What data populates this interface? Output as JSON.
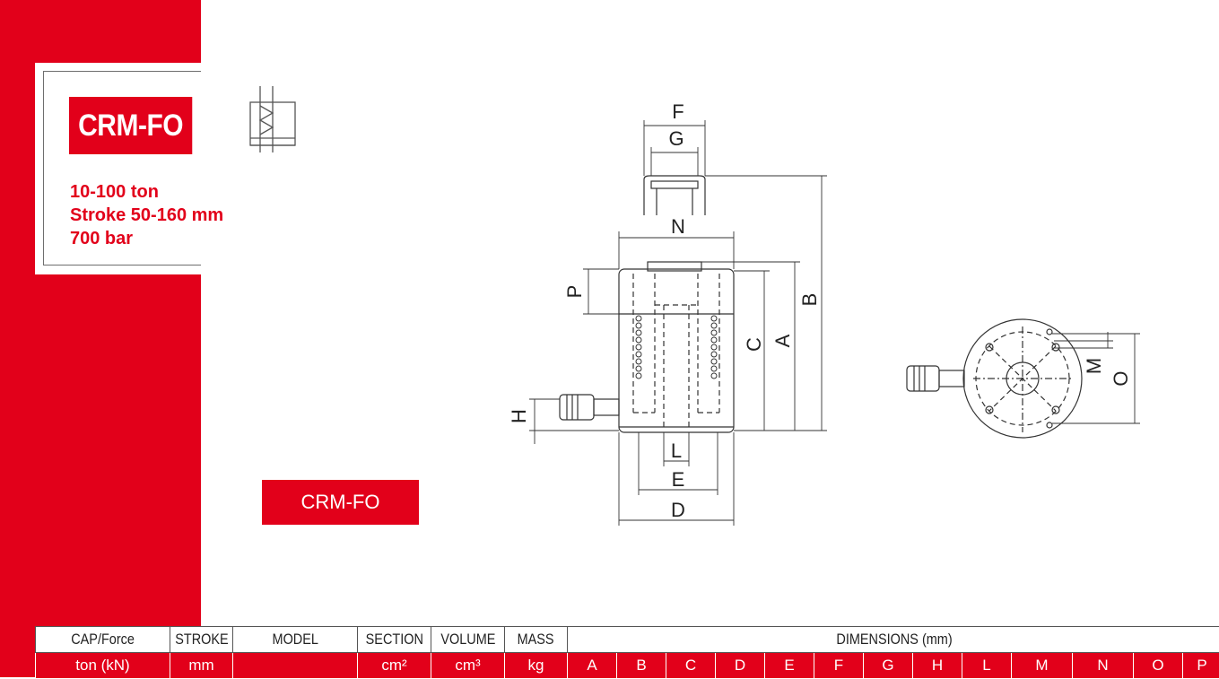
{
  "product": {
    "model": "CRM-FO",
    "specs": [
      "10-100 ton",
      "Stroke 50-160 mm",
      "700 bar"
    ],
    "caption": "CRM-FO"
  },
  "drawing": {
    "labels": {
      "A": "A",
      "B": "B",
      "C": "C",
      "D": "D",
      "E": "E",
      "F": "F",
      "G": "G",
      "H": "H",
      "L": "L",
      "M": "M",
      "N": "N",
      "O": "O",
      "P": "P"
    }
  },
  "table": {
    "headers": [
      "CAP/Force",
      "STROKE",
      "MODEL",
      "SECTION",
      "VOLUME",
      "MASS",
      "DIMENSIONS (mm)"
    ],
    "units": [
      "ton (kN)",
      "mm",
      "",
      "cm²",
      "cm³",
      "kg",
      "A",
      "B",
      "C",
      "D",
      "E",
      "F",
      "G",
      "H",
      "L",
      "M",
      "N",
      "O",
      "P"
    ]
  },
  "colors": {
    "brand_red": "#e2001a",
    "line": "#333333"
  }
}
